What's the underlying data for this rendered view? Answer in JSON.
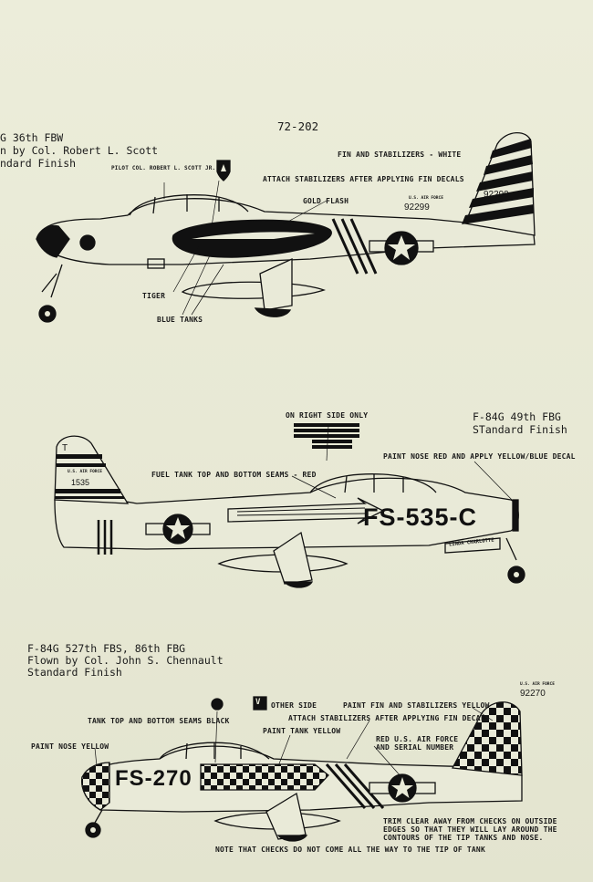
{
  "sheet_number": "72-202",
  "section1": {
    "caption": [
      "G  36th FBW",
      "n by Col. Robert L. Scott",
      "ndard Finish"
    ],
    "labels": {
      "pilot": "PILOT COL. ROBERT L. SCOTT JR.",
      "fin_stab": "FIN AND STABILIZERS - WHITE",
      "attach": "ATTACH STABILIZERS AFTER APPLYING FIN DECALS",
      "gold_flash": "GOLD FLASH",
      "usaf": "U.S. AIR FORCE",
      "serial": "92299",
      "fin_serial": "92299",
      "tiger": "TIGER",
      "blue_tanks": "BLUE TANKS"
    }
  },
  "section2": {
    "caption": [
      "F-84G  49th FBG",
      "STandard Finish"
    ],
    "labels": {
      "right_side": "ON RIGHT SIDE ONLY",
      "paint_nose": "PAINT NOSE RED AND APPLY YELLOW/BLUE DECAL",
      "fuel_tank": "FUEL TANK TOP AND BOTTOM SEAMS - RED",
      "usaf": "U.S. AIR FORCE",
      "fin_serial": "1535",
      "fin_letter": "T",
      "buzz": "FS-535-C",
      "nose_art": "LINDA CHARLOTTE"
    }
  },
  "section3": {
    "caption": [
      "F-84G  527th FBS, 86th FBG",
      "Flown by Col. John S. Chennault",
      "Standard Finish"
    ],
    "labels": {
      "usaf": "U.S. AIR FORCE",
      "serial": "92270",
      "v": "V",
      "other_side": "OTHER SIDE",
      "paint_fin": "PAINT FIN AND STABILIZERS YELLOW",
      "tank_seams": "TANK TOP AND BOTTOM SEAMS BLACK",
      "attach": "ATTACH STABILIZERS AFTER APPLYING FIN DECALS",
      "paint_tank": "PAINT TANK YELLOW",
      "paint_nose": "PAINT NOSE YELLOW",
      "red_usaf": [
        "RED U.S. AIR FORCE",
        "AND SERIAL NUMBER"
      ],
      "buzz": "FS-270",
      "trim": [
        "TRIM CLEAR AWAY FROM CHECKS ON OUTSIDE",
        "EDGES SO THAT THEY WILL LAY AROUND THE",
        "CONTOURS OF THE TIP TANKS AND NOSE."
      ],
      "note": "NOTE THAT CHECKS DO NOT COME ALL THE WAY TO THE TIP OF TANK"
    }
  }
}
